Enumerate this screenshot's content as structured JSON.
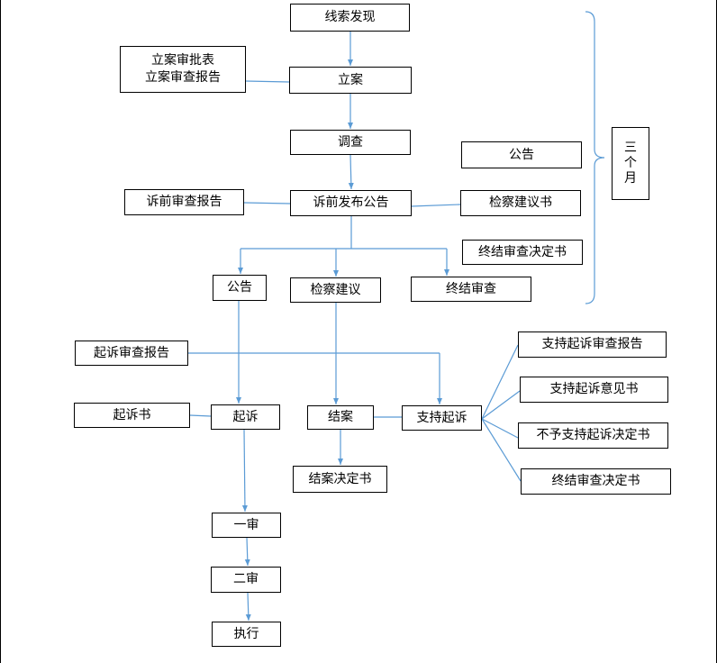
{
  "diagram": {
    "nodes": {
      "clue": {
        "lines": [
          "线索发现"
        ]
      },
      "filing_forms": {
        "lines": [
          "立案审批表",
          "立案审查报告"
        ]
      },
      "filing": {
        "lines": [
          "立案"
        ]
      },
      "investigate": {
        "lines": [
          "调查"
        ]
      },
      "notice_doc": {
        "lines": [
          "公告"
        ]
      },
      "three_months": {
        "lines": [
          "三",
          "个",
          "月"
        ]
      },
      "pre_report": {
        "lines": [
          "诉前审查报告"
        ]
      },
      "pre_notice": {
        "lines": [
          "诉前发布公告"
        ]
      },
      "proc_doc": {
        "lines": [
          "检察建议书"
        ]
      },
      "end_doc": {
        "lines": [
          "终结审查决定书"
        ]
      },
      "notice": {
        "lines": [
          "公告"
        ]
      },
      "proc_suggest": {
        "lines": [
          "检察建议"
        ]
      },
      "end_review": {
        "lines": [
          "终结审查"
        ]
      },
      "sue_report": {
        "lines": [
          "起诉审查报告"
        ]
      },
      "support_report": {
        "lines": [
          "支持起诉审查报告"
        ]
      },
      "support_opinion": {
        "lines": [
          "支持起诉意见书"
        ]
      },
      "indictment": {
        "lines": [
          "起诉书"
        ]
      },
      "sue": {
        "lines": [
          "起诉"
        ]
      },
      "close_case": {
        "lines": [
          "结案"
        ]
      },
      "support_sue": {
        "lines": [
          "支持起诉"
        ]
      },
      "no_support_doc": {
        "lines": [
          "不予支持起诉决定书"
        ]
      },
      "end_doc2": {
        "lines": [
          "终结审查决定书"
        ]
      },
      "close_doc": {
        "lines": [
          "结案决定书"
        ]
      },
      "first_trial": {
        "lines": [
          "一审"
        ]
      },
      "second_trial": {
        "lines": [
          "二审"
        ]
      },
      "execute": {
        "lines": [
          "执行"
        ]
      }
    },
    "colors": {
      "connector": "#5b9bd5",
      "border": "#000000"
    }
  }
}
